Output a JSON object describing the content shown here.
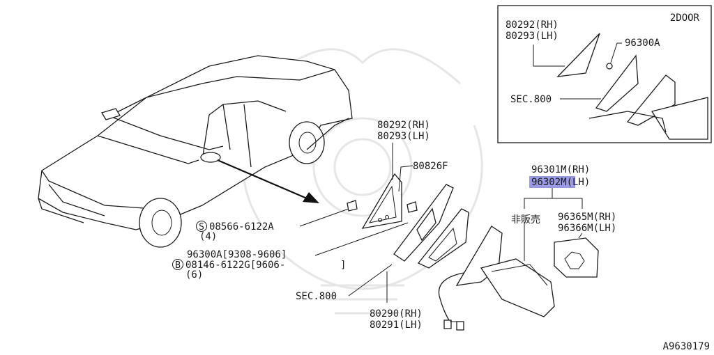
{
  "inset": {
    "header": "2DOOR",
    "labels": {
      "part_80292_80293": [
        "80292(RH)",
        "80293(LH)"
      ],
      "screw": "96300A",
      "sec": "SEC.800"
    }
  },
  "callouts": {
    "mirror_assy": [
      "96301M(RH)",
      "96302M(LH)"
    ],
    "not_sold": "非販売",
    "glass": [
      "96365M(RH)",
      "96366M(LH)"
    ],
    "finisher": [
      "80292(RH)",
      "80293(LH)"
    ],
    "gasket": "80826F",
    "screw_s": {
      "symbol": "S",
      "part": "08566-6122A",
      "qty": "(4)"
    },
    "screw_b": {
      "line1": "96300A[9308-9606]",
      "symbol": "B",
      "part": "08146-6122G[9606-",
      "bracket": "]",
      "qty": "(6)"
    },
    "sec": "SEC.800",
    "door_panel": [
      "80290(RH)",
      "80291(LH)"
    ]
  },
  "footer": {
    "diagram_id": "A9630179"
  },
  "highlight": {
    "part_number": "96302M",
    "color": "#9a9ae4"
  }
}
